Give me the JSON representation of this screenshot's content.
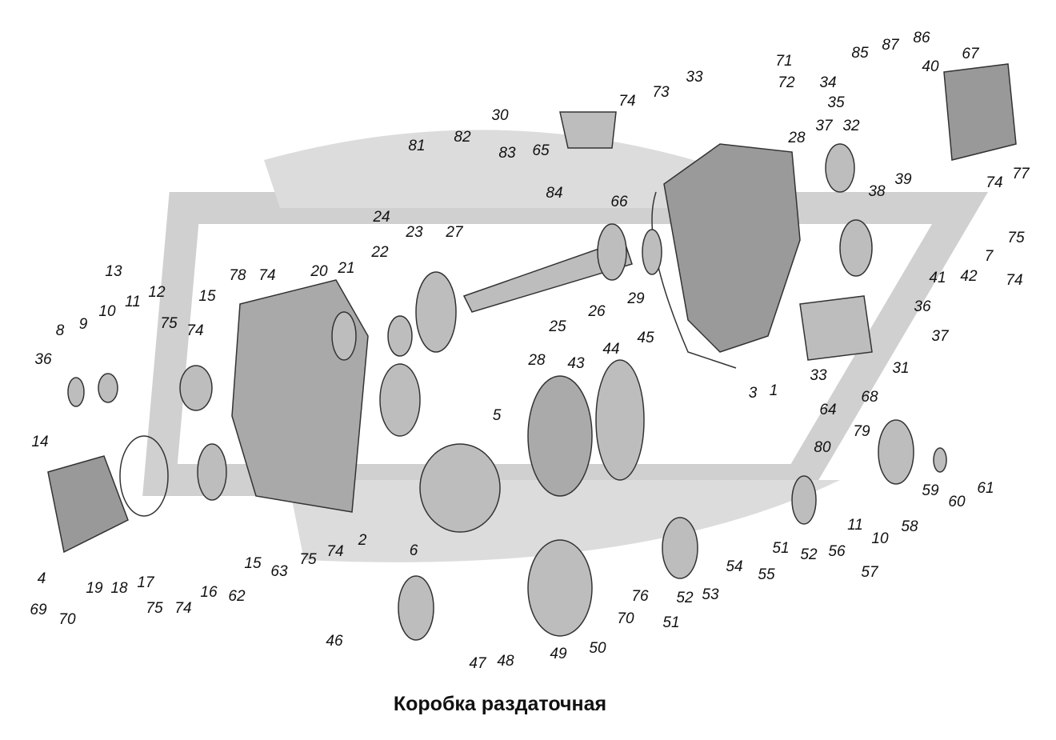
{
  "title": "Коробка раздаточная",
  "callouts": [
    "33",
    "71",
    "72",
    "34",
    "35",
    "85",
    "87",
    "86",
    "40",
    "67",
    "74",
    "73",
    "30",
    "82",
    "81",
    "83",
    "65",
    "66",
    "84",
    "28",
    "37",
    "32",
    "38",
    "39",
    "74",
    "77",
    "27",
    "24",
    "23",
    "22",
    "26",
    "29",
    "25",
    "75",
    "7",
    "74",
    "41",
    "42",
    "36",
    "37",
    "13",
    "12",
    "11",
    "10",
    "78",
    "74",
    "15",
    "20",
    "21",
    "9",
    "8",
    "36",
    "75",
    "74",
    "28",
    "5",
    "43",
    "44",
    "45",
    "33",
    "31",
    "68",
    "64",
    "3",
    "1",
    "14",
    "79",
    "80",
    "61",
    "59",
    "60",
    "58",
    "11",
    "10",
    "56",
    "57",
    "52",
    "51",
    "55",
    "54",
    "53",
    "52",
    "51",
    "76",
    "70",
    "50",
    "49",
    "48",
    "47",
    "46",
    "6",
    "2",
    "74",
    "75",
    "63",
    "15",
    "62",
    "16",
    "74",
    "75",
    "17",
    "18",
    "19",
    "4",
    "69",
    "70"
  ]
}
